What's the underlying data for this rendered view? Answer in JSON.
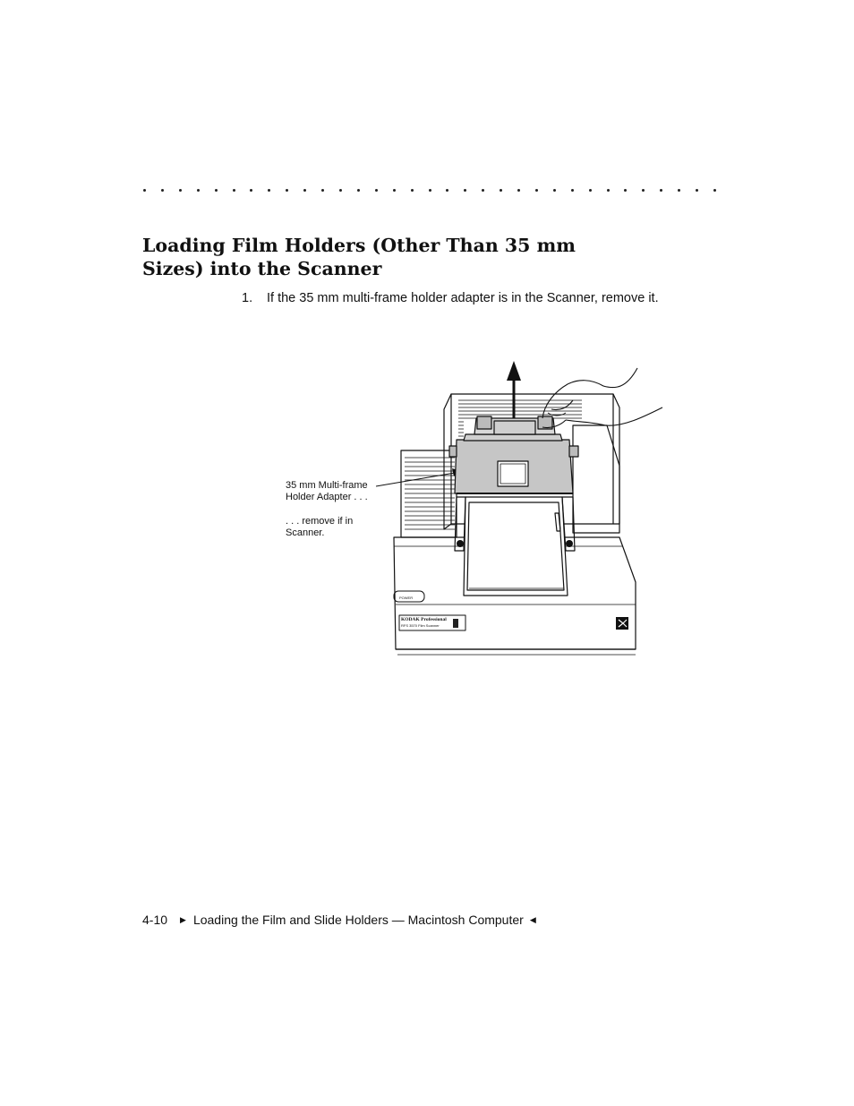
{
  "section": {
    "title_line1": "Loading Film Holders (Other Than 35 mm",
    "title_line2": "Sizes) into the Scanner"
  },
  "step": {
    "number": "1.",
    "text": "If the 35 mm multi-frame holder adapter is in the Scanner, remove it."
  },
  "figure": {
    "callout_line1": "35 mm Multi-frame",
    "callout_line2": "Holder Adapter . . .",
    "callout_line3": ". . . remove if in",
    "callout_line4": "Scanner.",
    "brand_label": "KODAK Professional",
    "model_label": "RFS 3570 Film Scanner",
    "power_label": "POWER"
  },
  "footer": {
    "page_number": "4-10",
    "chapter_title": "Loading the Film and Slide Holders — Macintosh Computer",
    "marker_left": "▶",
    "marker_right": "◀"
  }
}
